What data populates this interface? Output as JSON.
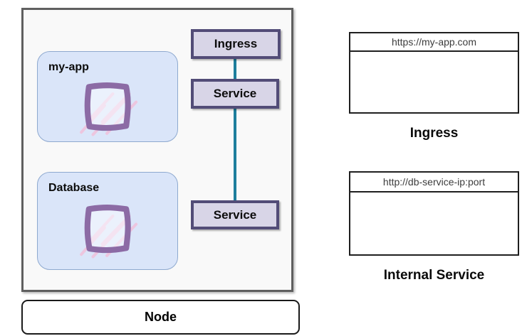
{
  "diagram": {
    "node": {
      "label": "Node",
      "fill": "#f9f9f9",
      "border_color": "#5f5f5f"
    },
    "pods": [
      {
        "label": "my-app"
      },
      {
        "label": "Database"
      }
    ],
    "pod_fill": "#dae5f9",
    "pod_border": "#8ea9cf",
    "ingress": {
      "label": "Ingress"
    },
    "services": [
      {
        "label": "Service"
      },
      {
        "label": "Service"
      }
    ],
    "component_fill": "#d8d5e7",
    "component_border": "#524c77",
    "connector_color": "#1d7e9d",
    "pod_icon_stroke": "#8c6ba5",
    "pod_icon_hatch": "#f2bfd9"
  },
  "browsers": [
    {
      "url": "https://my-app.com",
      "caption": "Ingress"
    },
    {
      "url": "http://db-service-ip:port",
      "caption": "Internal Service"
    }
  ]
}
